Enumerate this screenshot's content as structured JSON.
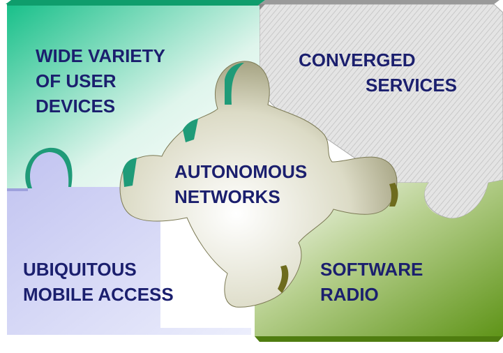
{
  "pieces": {
    "top_left": {
      "lines": [
        "WIDE VARIETY",
        "OF USER",
        "DEVICES"
      ],
      "color": "#19c08a"
    },
    "top_right": {
      "lines": [
        "CONVERGED",
        "SERVICES"
      ],
      "color": "#b8b8b8"
    },
    "center": {
      "lines": [
        "AUTONOMOUS",
        "NETWORKS"
      ],
      "color": "#8c8a5c"
    },
    "bottom_left": {
      "lines": [
        "UBIQUITOUS",
        "MOBILE ACCESS"
      ],
      "color": "#c6c8f2"
    },
    "bottom_right": {
      "lines": [
        "SOFTWARE",
        "RADIO"
      ],
      "color": "#66951c"
    }
  },
  "text_color": "#1b1f6e"
}
